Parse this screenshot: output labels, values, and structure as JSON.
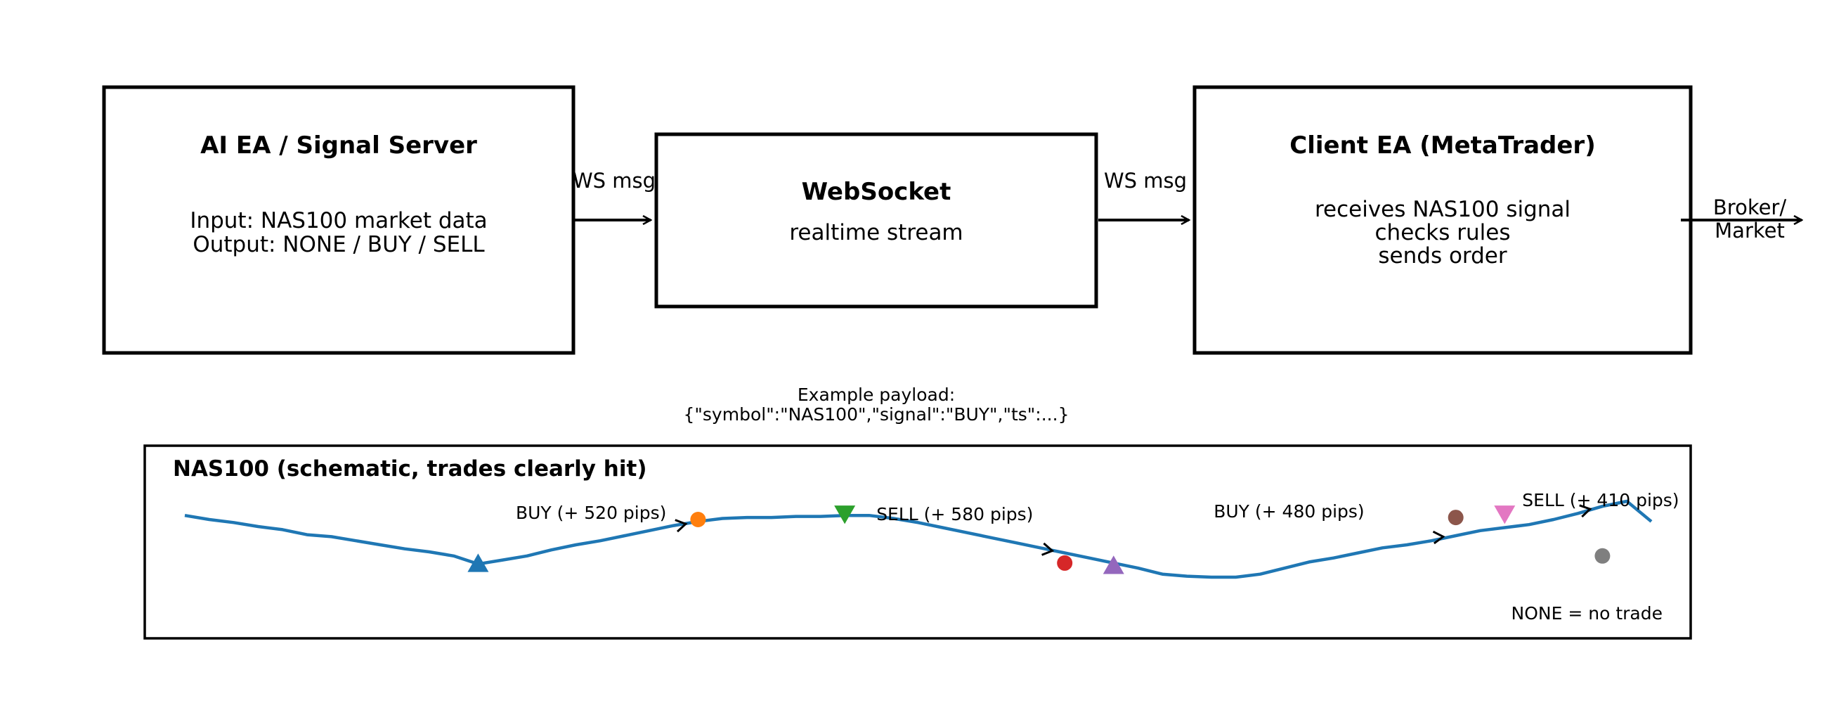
{
  "colors": {
    "stroke": "#000000",
    "line": "#1f77b4",
    "marker_buy_1": "#1f77b4",
    "marker_exit_1": "#ff7f0e",
    "marker_sell_1": "#2ca02c",
    "marker_exit_2": "#d62728",
    "marker_buy_2": "#9467bd",
    "marker_exit_3": "#8c564b",
    "marker_sell_2": "#e377c2",
    "marker_exit_4": "#7f7f7f"
  },
  "server_box": {
    "title": "AI EA / Signal Server",
    "lines": [
      "Input: NAS100 market data",
      "Output: NONE / BUY / SELL"
    ]
  },
  "ws_box": {
    "title": "WebSocket",
    "lines": [
      "realtime stream"
    ]
  },
  "client_box": {
    "title": "Client EA (MetaTrader)",
    "lines": [
      "receives NAS100 signal",
      "checks rules",
      "sends order"
    ]
  },
  "arrows": {
    "server_to_ws": "WS msg",
    "ws_to_client": "WS msg",
    "client_to_broker": [
      "Broker/",
      "Market"
    ]
  },
  "payload": {
    "caption": "Example payload:",
    "example": "{\"symbol\":\"NAS100\",\"signal\":\"BUY\",\"ts\":...}"
  },
  "chart_data": {
    "type": "line",
    "title": "NAS100 (schematic, trades clearly hit)",
    "xlabel": "",
    "ylabel": "",
    "xlim": [
      0,
      60
    ],
    "ylim": [
      0,
      100
    ],
    "grid": false,
    "series": [
      {
        "x": [
          0,
          1,
          2,
          3,
          4,
          5,
          6,
          7,
          8,
          9,
          10,
          11,
          12,
          13,
          14,
          15,
          16,
          17,
          18,
          19,
          20,
          21,
          22,
          23,
          24,
          25,
          26,
          27,
          28,
          29,
          30,
          31,
          32,
          33,
          34,
          35,
          36,
          37,
          38,
          39,
          40,
          41,
          42,
          43,
          44,
          45,
          46,
          47,
          48,
          49,
          50,
          51,
          52,
          53,
          54,
          55,
          56,
          57,
          58,
          59,
          60
        ],
        "values": [
          70,
          66,
          63,
          59,
          56,
          51,
          49,
          45,
          41,
          37,
          34,
          30,
          22,
          26,
          30,
          36,
          41,
          45,
          50,
          55,
          60,
          64,
          67,
          68,
          68,
          69,
          69,
          70,
          70,
          67,
          63,
          58,
          53,
          48,
          43,
          38,
          33,
          28,
          23,
          18,
          12,
          10,
          9,
          9,
          12,
          18,
          24,
          28,
          33,
          38,
          41,
          45,
          50,
          55,
          58,
          61,
          66,
          72,
          79,
          84,
          64
        ]
      }
    ],
    "trade_markers": [
      {
        "x": 12,
        "y": 22,
        "shape": "triangle-up",
        "color": "#1f77b4"
      },
      {
        "x": 21,
        "y": 66,
        "shape": "circle",
        "color": "#ff7f0e"
      },
      {
        "x": 27,
        "y": 72,
        "shape": "triangle-down",
        "color": "#2ca02c"
      },
      {
        "x": 36,
        "y": 23,
        "shape": "circle",
        "color": "#d62728"
      },
      {
        "x": 38,
        "y": 20,
        "shape": "triangle-up",
        "color": "#9467bd"
      },
      {
        "x": 52,
        "y": 68,
        "shape": "circle",
        "color": "#8c564b"
      },
      {
        "x": 54,
        "y": 72,
        "shape": "triangle-down",
        "color": "#e377c2"
      },
      {
        "x": 58,
        "y": 30,
        "shape": "circle",
        "color": "#7f7f7f"
      }
    ],
    "annotations": [
      {
        "text": "BUY  (+ 520 pips)",
        "from_x": 12,
        "to_x": 21
      },
      {
        "text": "SELL  (+ 580 pips)",
        "from_x": 27,
        "to_x": 36
      },
      {
        "text": "BUY  (+ 480 pips)",
        "from_x": 38,
        "to_x": 52
      },
      {
        "text": "SELL  (+ 410 pips)",
        "from_x": 54,
        "to_x": 58
      }
    ],
    "note": "NONE = no trade"
  }
}
